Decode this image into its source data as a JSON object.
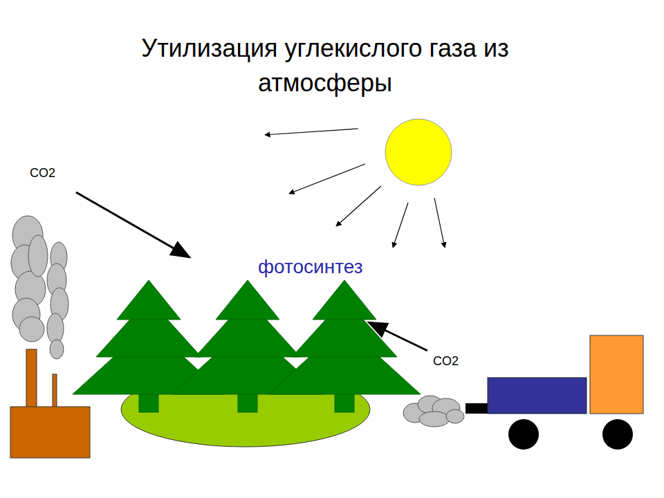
{
  "diagram": {
    "title": "Утилизация углекислого газа из атмосферы",
    "labels": [
      "CO2",
      "фотосинтез",
      "CO2"
    ]
  }
}
